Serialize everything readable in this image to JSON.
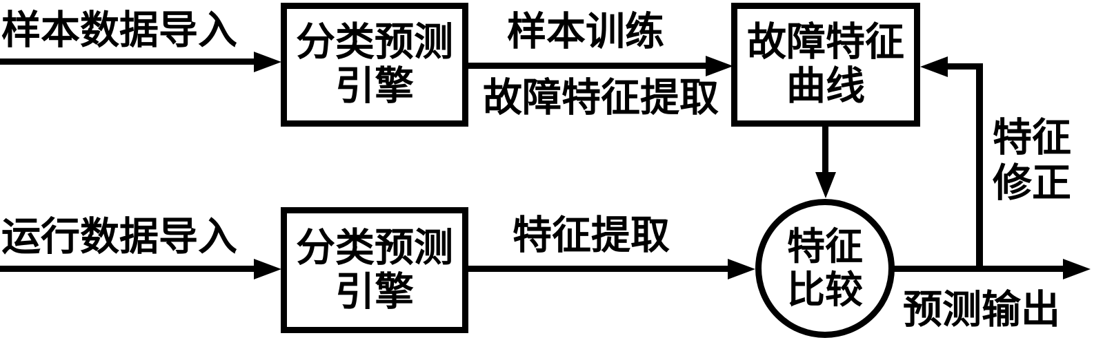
{
  "colors": {
    "line": "#000000",
    "text": "#000000",
    "background": "#ffffff"
  },
  "nodes": {
    "top_engine": {
      "line1": "分类预测",
      "line2": "引擎"
    },
    "fault_curve": {
      "line1": "故障特征",
      "line2": "曲线"
    },
    "bottom_engine": {
      "line1": "分类预测",
      "line2": "引擎"
    },
    "feature_compare": {
      "line1": "特征",
      "line2": "比较"
    }
  },
  "labels": {
    "sample_data_import": "样本数据导入",
    "sample_training": "样本训练",
    "fault_feature_extraction": "故障特征提取",
    "running_data_import": "运行数据导入",
    "feature_extraction": "特征提取",
    "feature_correction_line1": "特征",
    "feature_correction_line2": "修正",
    "prediction_output": "预测输出"
  }
}
